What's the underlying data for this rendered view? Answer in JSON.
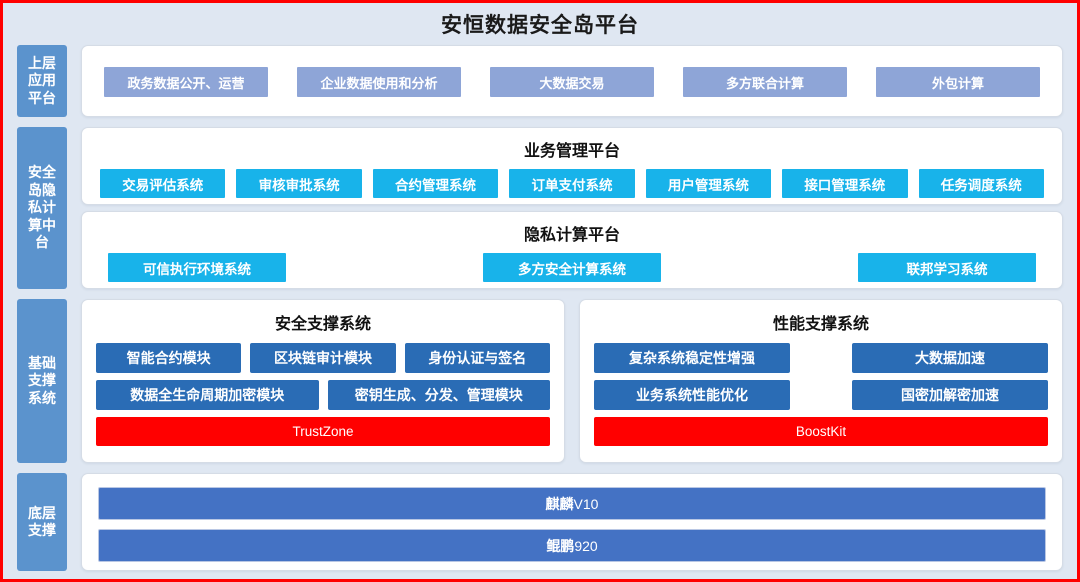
{
  "page": {
    "title": "安恒数据安全岛平台",
    "border_color": "#ff0000",
    "background_color": "#dfe7f2"
  },
  "colors": {
    "sidebar": "#5b93cd",
    "app_chip": "#8ea5d7",
    "cyan_chip": "#18b3ea",
    "blue_chip": "#2a6cb5",
    "red_bar": "#ff0000",
    "wide_bar": "#4472c4"
  },
  "layers": {
    "application": {
      "sidebar_label": "上层应用平台",
      "items": [
        {
          "label": "政务数据公开、运营"
        },
        {
          "label": "企业数据使用和分析"
        },
        {
          "label": "大数据交易"
        },
        {
          "label": "多方联合计算"
        },
        {
          "label": "外包计算"
        }
      ]
    },
    "middle": {
      "sidebar_label": "安全岛隐私计算中台",
      "business_platform": {
        "title": "业务管理平台",
        "items": [
          {
            "label": "交易评估系统"
          },
          {
            "label": "审核审批系统"
          },
          {
            "label": "合约管理系统"
          },
          {
            "label": "订单支付系统"
          },
          {
            "label": "用户管理系统"
          },
          {
            "label": "接口管理系统"
          },
          {
            "label": "任务调度系统"
          }
        ]
      },
      "privacy_platform": {
        "title": "隐私计算平台",
        "items": [
          {
            "label": "可信执行环境系统"
          },
          {
            "label": "多方安全计算系统"
          },
          {
            "label": "联邦学习系统"
          }
        ]
      }
    },
    "infrastructure": {
      "sidebar_label": "基础支撑系统",
      "security_support": {
        "title": "安全支撑系统",
        "row1": [
          {
            "label": "智能合约模块"
          },
          {
            "label": "区块链审计模块"
          },
          {
            "label": "身份认证与签名"
          }
        ],
        "row2": [
          {
            "label": "数据全生命周期加密模块"
          },
          {
            "label": "密钥生成、分发、管理模块"
          }
        ],
        "footer_bar": "TrustZone"
      },
      "performance_support": {
        "title": "性能支撑系统",
        "row1": [
          {
            "label": "复杂系统稳定性增强"
          },
          {
            "label": "大数据加速"
          }
        ],
        "row2": [
          {
            "label": "业务系统性能优化"
          },
          {
            "label": "国密加解密加速"
          }
        ],
        "footer_bar": "BoostKit"
      }
    },
    "base": {
      "sidebar_label": "底层支撑",
      "items": [
        {
          "label": "麒麟",
          "model": "V10"
        },
        {
          "label": "鲲鹏",
          "model": " 920"
        }
      ]
    }
  }
}
